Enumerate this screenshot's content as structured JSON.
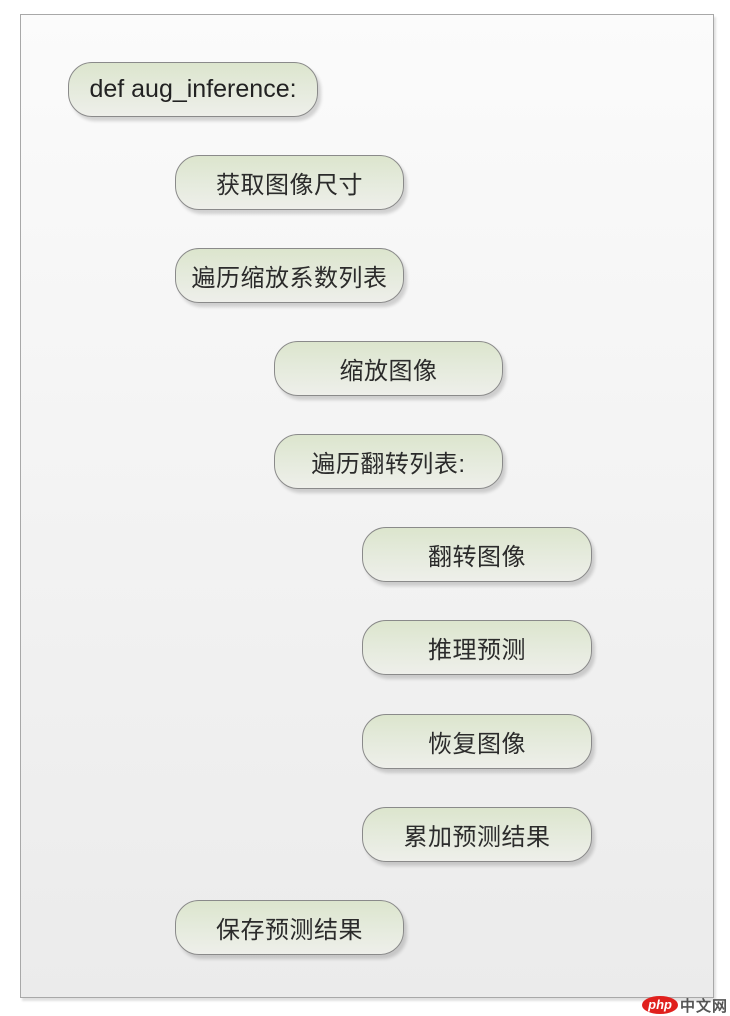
{
  "diagram": {
    "type": "flow-outline",
    "nodes": [
      {
        "id": "n1",
        "label": "def aug_inference:",
        "level": 0
      },
      {
        "id": "n2",
        "label": "获取图像尺寸",
        "level": 1
      },
      {
        "id": "n3",
        "label": "遍历缩放系数列表",
        "level": 1
      },
      {
        "id": "n4",
        "label": "缩放图像",
        "level": 2
      },
      {
        "id": "n5",
        "label": "遍历翻转列表:",
        "level": 2
      },
      {
        "id": "n6",
        "label": "翻转图像",
        "level": 3
      },
      {
        "id": "n7",
        "label": "推理预测",
        "level": 3
      },
      {
        "id": "n8",
        "label": "恢复图像",
        "level": 3
      },
      {
        "id": "n9",
        "label": "累加预测结果",
        "level": 3
      },
      {
        "id": "n10",
        "label": "保存预测结果",
        "level": 1
      }
    ]
  },
  "watermark": {
    "brand": "php",
    "text": "中文网"
  },
  "colors": {
    "node_fill_top": "#dce5cd",
    "node_fill_bottom": "#eeefea",
    "node_border": "#8a8a8a",
    "text": "#2b2b2b",
    "frame_border": "#a8a8a8",
    "watermark_red": "#e0201d"
  }
}
